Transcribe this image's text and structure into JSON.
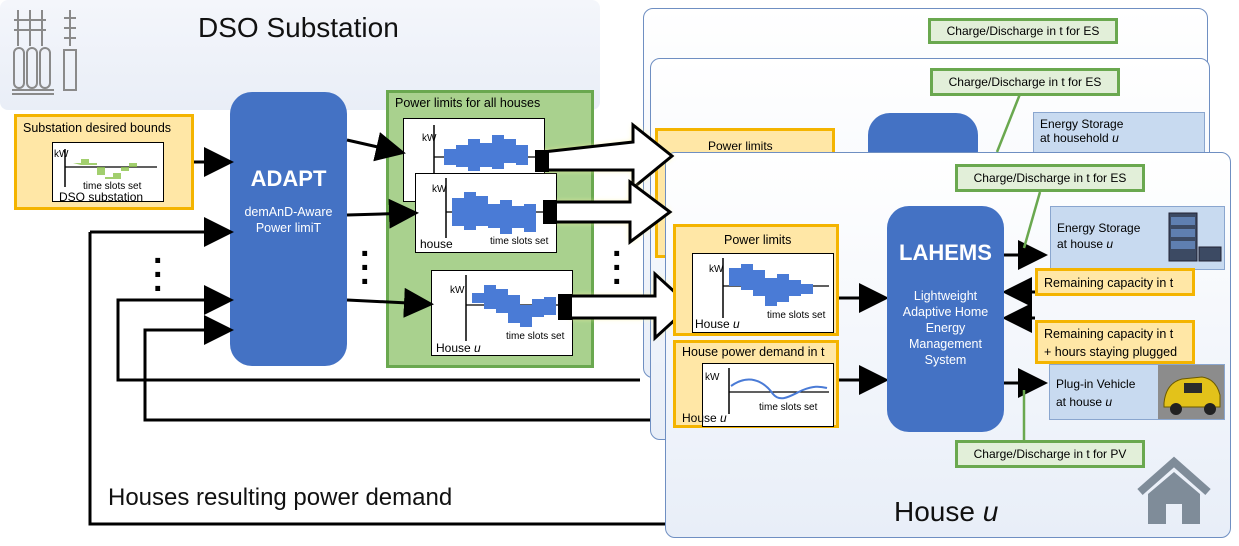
{
  "dso": {
    "title": "DSO Substation",
    "desired_bounds": "Substation desired bounds",
    "kw": "kW",
    "time_slots": "time slots set",
    "dso_substation": "DSO substation",
    "feedback": "Houses resulting power demand"
  },
  "adapt": {
    "title": "ADAPT",
    "subtitle": "demAnD-Aware Power limiT"
  },
  "limits_all": {
    "title": "Power limits for all houses",
    "kw": "kW",
    "house": "house",
    "house_prefix": "House",
    "house_var": "u",
    "time_slots": "time slots set"
  },
  "back_panels": {
    "charge_es": "Charge/Discharge in t for ES",
    "power_limits": "Power limits",
    "energy_storage": "Energy Storage",
    "at_household": "at household",
    "u": "u"
  },
  "house": {
    "charge_es": "Charge/Discharge in t for ES",
    "charge_pv": "Charge/Discharge in t for PV",
    "power_limits": "Power limits",
    "kw": "kW",
    "house_prefix": "House",
    "u": "u",
    "time_slots": "time slots set",
    "demand_title": "House power demand in t",
    "lahems": "LAHEMS",
    "lahems_sub": "Lightweight Adaptive Home Energy Management System",
    "energy_storage": "Energy Storage",
    "at_house": "at house",
    "remaining": "Remaining capacity in t",
    "remaining2a": "Remaining capacity in t",
    "remaining2b": "+ hours staying plugged",
    "pev": "Plug-in Vehicle",
    "panel_title": "House"
  },
  "colors": {
    "orange_bg": "#ffe7a6",
    "orange_border": "#f4b400",
    "green": "#a9d18e",
    "blue": "#4472c4",
    "bar": "#4a7bd6"
  }
}
